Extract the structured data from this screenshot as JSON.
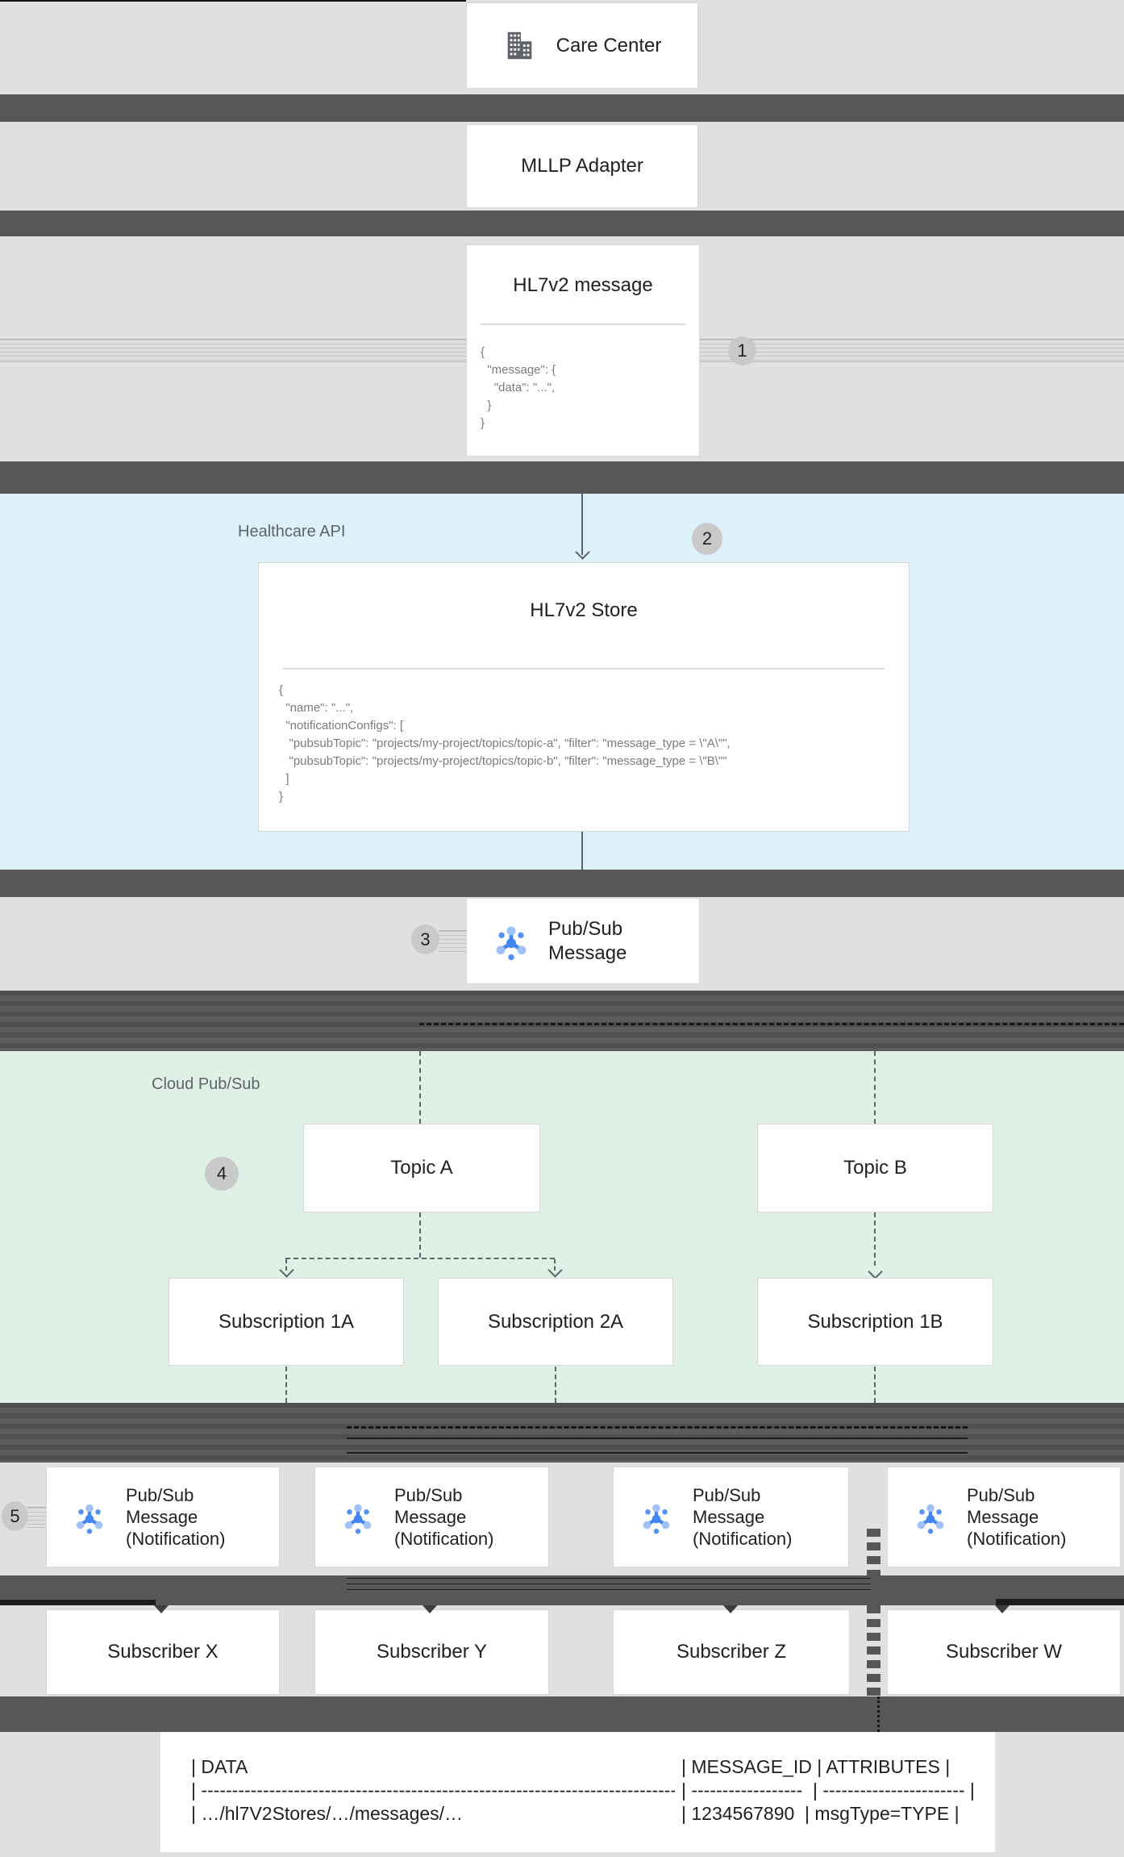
{
  "colors": {
    "background": "#e0e0e0",
    "dark_band": "#575757",
    "healthcare_section": "#ddf1fb",
    "pubsub_section": "#dff0e7",
    "accent_blue": "#4285f4",
    "accent_blue_light": "#9ec2f9"
  },
  "steps": [
    "1",
    "2",
    "3",
    "4",
    "5"
  ],
  "care_center": {
    "label": "Care Center"
  },
  "mllp": {
    "label": "MLLP Adapter"
  },
  "hl7_message": {
    "title": "HL7v2 message",
    "code": [
      "{",
      "  \"message\": {",
      "    \"data\": \"...\",",
      "  }",
      "}"
    ]
  },
  "healthcare_api": {
    "label": "Healthcare API"
  },
  "hl7_store": {
    "title": "HL7v2 Store",
    "code": [
      "{",
      "  \"name\": \"...\",",
      "  \"notificationConfigs\": [",
      "   \"pubsubTopic\": \"projects/my-project/topics/topic-a\", \"filter\": \"message_type = \\\"A\\\"\",",
      "   \"pubsubTopic\": \"projects/my-project/topics/topic-b\", \"filter\": \"message_type = \\\"B\\\"\"",
      "  ]",
      "}"
    ]
  },
  "pubsub_message": {
    "line1": "Pub/Sub",
    "line2": "Message"
  },
  "cloud_pubsub": {
    "label": "Cloud Pub/Sub"
  },
  "topics": [
    "Topic A",
    "Topic B"
  ],
  "subscriptions": [
    "Subscription 1A",
    "Subscription 2A",
    "Subscription 1B"
  ],
  "notification": {
    "line1": "Pub/Sub",
    "line2": "Message",
    "line3": "(Notification)"
  },
  "subscribers": [
    "Subscriber X",
    "Subscriber Y",
    "Subscriber Z",
    "Subscriber W"
  ],
  "table": {
    "row1_left": "| DATA",
    "row1_right": "| MESSAGE_ID | ATTRIBUTES |",
    "row2_left": "| --------------------------------------------------------------------------------------------------------------",
    "row2_right": "| ------------------  | ----------------------- |",
    "row3_left": "| …/hl7V2Stores/…/messages/…",
    "row3_right": "| 1234567890  | msgType=TYPE |"
  }
}
